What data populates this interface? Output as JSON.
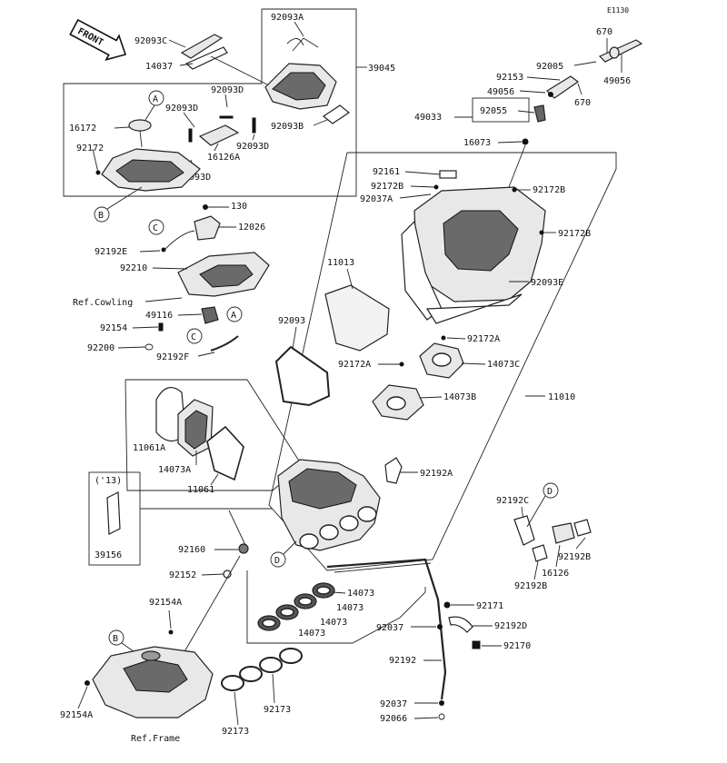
{
  "diagram_code": "E1130",
  "front_label": "FRONT",
  "year_note": "('13)",
  "callouts": {
    "92093C": "92093C",
    "14037": "14037",
    "92093A": "92093A",
    "39045": "39045",
    "92093B": "92093B",
    "16172": "16172",
    "92172_top": "92172",
    "92093D_1": "92093D",
    "92093D_2": "92093D",
    "92093D_3": "92093D",
    "92093D_4": "92093D",
    "16126A": "16126A",
    "670_1": "670",
    "92005": "92005",
    "92153": "92153",
    "49056_1": "49056",
    "49056_2": "49056",
    "670_2": "670",
    "49033": "49033",
    "92055": "92055",
    "16073": "16073",
    "130": "130",
    "12026": "12026",
    "92192E": "92192E",
    "92210": "92210",
    "ref_cowling": "Ref.Cowling",
    "49116": "49116",
    "92154": "92154",
    "92200": "92200",
    "92192F": "92192F",
    "92161": "92161",
    "92172B_1": "92172B",
    "92037A": "92037A",
    "92172B_2": "92172B",
    "92172B_3": "92172B",
    "92093E": "92093E",
    "11013": "11013",
    "92093": "92093",
    "92172A_1": "92172A",
    "92172A_2": "92172A",
    "14073C": "14073C",
    "14073B": "14073B",
    "11010": "11010",
    "11061A": "11061A",
    "14073A": "14073A",
    "11061": "11061",
    "92192A": "92192A",
    "39156": "39156",
    "92192C": "92192C",
    "92192B_1": "92192B",
    "16126": "16126",
    "92192B_2": "92192B",
    "92160": "92160",
    "92152": "92152",
    "14073_1": "14073",
    "14073_2": "14073",
    "14073_3": "14073",
    "14073_4": "14073",
    "92171": "92171",
    "92154A_1": "92154A",
    "92037_1": "92037",
    "92192D": "92192D",
    "92170": "92170",
    "92192": "92192",
    "92037_2": "92037",
    "92066": "92066",
    "92154A_2": "92154A",
    "92173_1": "92173",
    "92173_2": "92173",
    "ref_frame": "Ref.Frame"
  },
  "circle_refs": {
    "A1": "A",
    "A2": "A",
    "B1": "B",
    "B2": "B",
    "C1": "C",
    "C2": "C",
    "D1": "D",
    "D2": "D"
  }
}
